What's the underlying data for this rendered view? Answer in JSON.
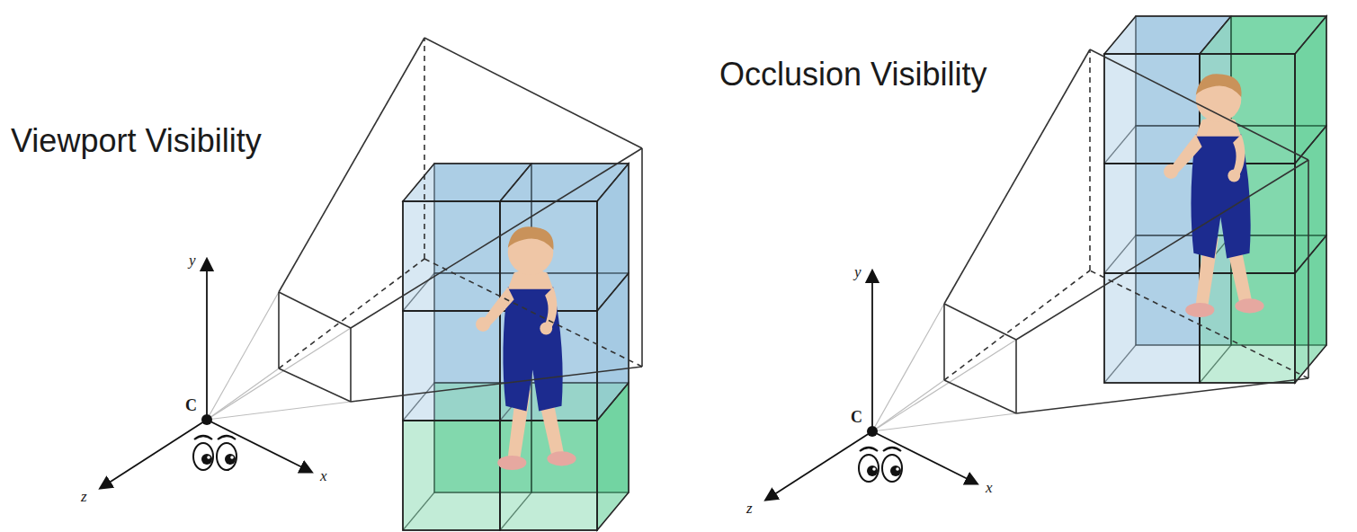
{
  "diagram": {
    "labels": [
      "Viewport Visibility",
      "y",
      "C",
      "z",
      "x",
      "Occlusion Visibility",
      "y",
      "C",
      "z",
      "x"
    ]
  }
}
